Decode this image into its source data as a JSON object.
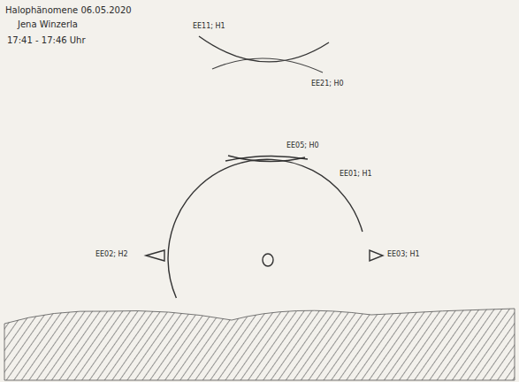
{
  "diagram": {
    "title": "Halophänomene 06.05.2020",
    "labels": [
      "Jena Winzerla",
      "17:41 - 17:46 Uhr",
      "EE11; H1",
      "EE21; H0",
      "EE05; H0",
      "EE01; H1",
      "EE02; H2",
      "EE03; H1"
    ]
  }
}
